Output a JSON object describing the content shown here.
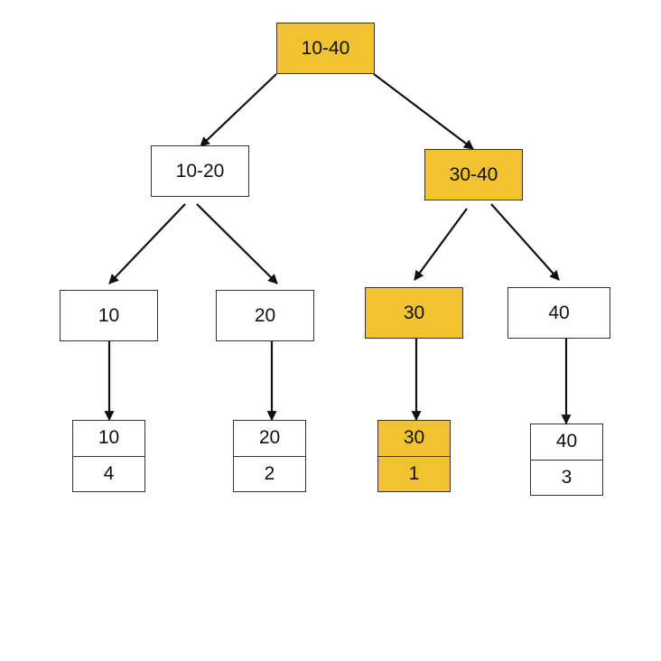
{
  "colors": {
    "highlight": "#f1c232",
    "plain": "#ffffff",
    "stroke": "#111111"
  },
  "tree": {
    "root": {
      "label": "10-40",
      "highlighted": true
    },
    "left": {
      "label": "10-20",
      "highlighted": false
    },
    "right": {
      "label": "30-40",
      "highlighted": true
    },
    "nodes": [
      {
        "label": "10",
        "highlighted": false
      },
      {
        "label": "20",
        "highlighted": false
      },
      {
        "label": "30",
        "highlighted": true
      },
      {
        "label": "40",
        "highlighted": false
      }
    ],
    "leaves": [
      {
        "key": "10",
        "count": "4",
        "highlighted": false
      },
      {
        "key": "20",
        "count": "2",
        "highlighted": false
      },
      {
        "key": "30",
        "count": "1",
        "highlighted": true
      },
      {
        "key": "40",
        "count": "3",
        "highlighted": false
      }
    ]
  }
}
